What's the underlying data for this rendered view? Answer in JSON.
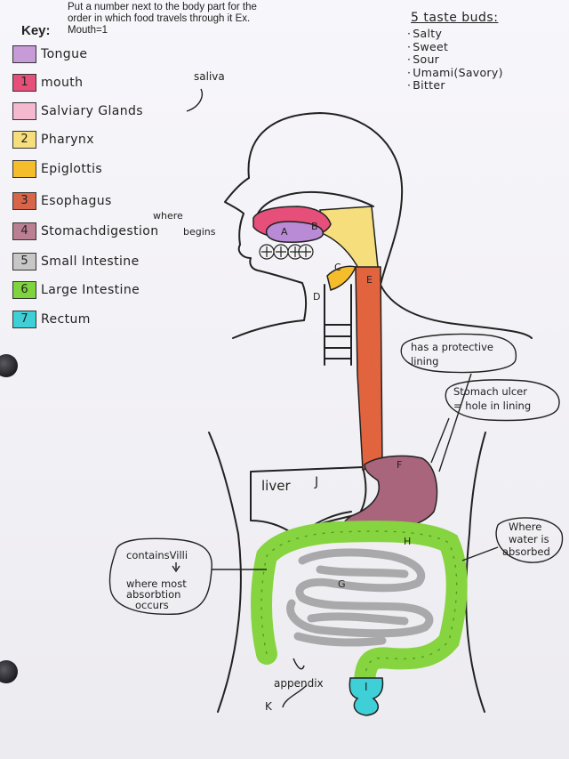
{
  "instructions": "Put a number next to the body part for the order in which food travels through it Ex. Mouth=1",
  "key": {
    "title": "Key:",
    "items": [
      {
        "number": "",
        "label": "Tongue",
        "color": "#c79ad8"
      },
      {
        "number": "1",
        "label": "mouth",
        "color": "#e64f79"
      },
      {
        "number": "",
        "label": "Salviary Glands",
        "color": "#f4b8cf"
      },
      {
        "number": "2",
        "label": "Pharynx",
        "color": "#f6de7c"
      },
      {
        "number": "",
        "label": "Epiglottis",
        "color": "#f5bd2c"
      },
      {
        "number": "3",
        "label": "Esophagus",
        "color": "#d8654a"
      },
      {
        "number": "4",
        "label": "Stomachdigestion",
        "color": "#bb7f93"
      },
      {
        "number": "5",
        "label": "Small Intestine",
        "color": "#c7c7c7"
      },
      {
        "number": "6",
        "label": "Large Intestine",
        "color": "#7fd43d"
      },
      {
        "number": "7",
        "label": "Rectum",
        "color": "#3fcfd6"
      }
    ]
  },
  "taste_buds": {
    "title": "5 taste buds:",
    "items": [
      "Salty",
      "Sweet",
      "Sour",
      "Umami(Savory)",
      "Bitter"
    ]
  },
  "notes": {
    "saliva": "saliva",
    "where_begins_1": "where",
    "where_begins_2": "begins",
    "protective_1": "has a protective",
    "protective_2": "lining",
    "ulcer_1": "Stomach ulcer",
    "ulcer_2": "= hole in lining",
    "water_1": "Where",
    "water_2": "water is",
    "water_3": "absorbed",
    "villi_1": "containsVilli",
    "villi_2": "where most",
    "villi_3": "absorbtion",
    "villi_4": "occurs",
    "appendix": "appendix",
    "liver": "liver"
  },
  "diagram_letters": {
    "A": "A",
    "B": "B",
    "C": "C",
    "D": "D",
    "E": "E",
    "F": "F",
    "G": "G",
    "H": "H",
    "I": "I",
    "J": "J",
    "K": "K"
  },
  "colors": {
    "tongue": "#b98ad6",
    "mouth": "#e64f79",
    "pharynx": "#f6de7c",
    "epiglottis": "#f5bd2c",
    "esophagus": "#e2643f",
    "stomach": "#a8657c",
    "small_intestine": "#a9a9ab",
    "large_intestine": "#86d43f",
    "rectum": "#3fcfd6"
  }
}
